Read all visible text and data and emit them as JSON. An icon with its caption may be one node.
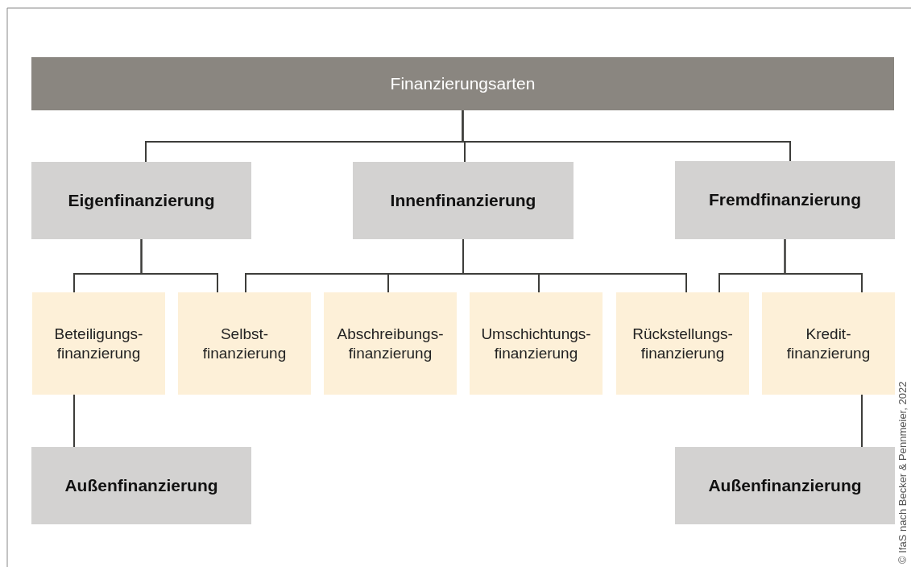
{
  "diagram": {
    "nodes": [
      {
        "text": [
          "Finanzierungsarten"
        ]
      },
      {
        "text": [
          "Eigenfinanzierung"
        ]
      },
      {
        "text": [
          "Innenfinanzierung"
        ]
      },
      {
        "text": [
          "Fremdfinanzierung"
        ]
      },
      {
        "text": [
          "Beteiligungs- finanzierung"
        ]
      },
      {
        "text": [
          "Selbst- finanzierung"
        ]
      },
      {
        "text": [
          "Abschreibungs- finanzierung"
        ]
      },
      {
        "text": [
          "Umschichtungs- finanzierung"
        ]
      },
      {
        "text": [
          "Rückstellungs- finanzierung"
        ]
      },
      {
        "text": [
          "Kredit- finanzierung"
        ]
      },
      {
        "text": [
          "Außenfinanzierung"
        ]
      },
      {
        "text": [
          "Außenfinanzierung"
        ]
      }
    ],
    "edges": [
      {
        "from": 0,
        "to": 1,
        "arrow": "none"
      },
      {
        "from": 0,
        "to": 2,
        "arrow": "none"
      },
      {
        "from": 0,
        "to": 3,
        "arrow": "none"
      },
      {
        "from": 1,
        "to": 4,
        "arrow": "none"
      },
      {
        "from": 1,
        "to": 5,
        "arrow": "none"
      },
      {
        "from": 2,
        "to": 5,
        "arrow": "none"
      },
      {
        "from": 2,
        "to": 6,
        "arrow": "none"
      },
      {
        "from": 2,
        "to": 7,
        "arrow": "none"
      },
      {
        "from": 2,
        "to": 8,
        "arrow": "none"
      },
      {
        "from": 3,
        "to": 8,
        "arrow": "none"
      },
      {
        "from": 3,
        "to": 9,
        "arrow": "none"
      },
      {
        "from": 4,
        "to": 10,
        "arrow": "none"
      },
      {
        "from": 9,
        "to": 11,
        "arrow": "none"
      }
    ],
    "labels": [
      "© IfaS nach Becker & Pennmeier, 2022"
    ]
  }
}
